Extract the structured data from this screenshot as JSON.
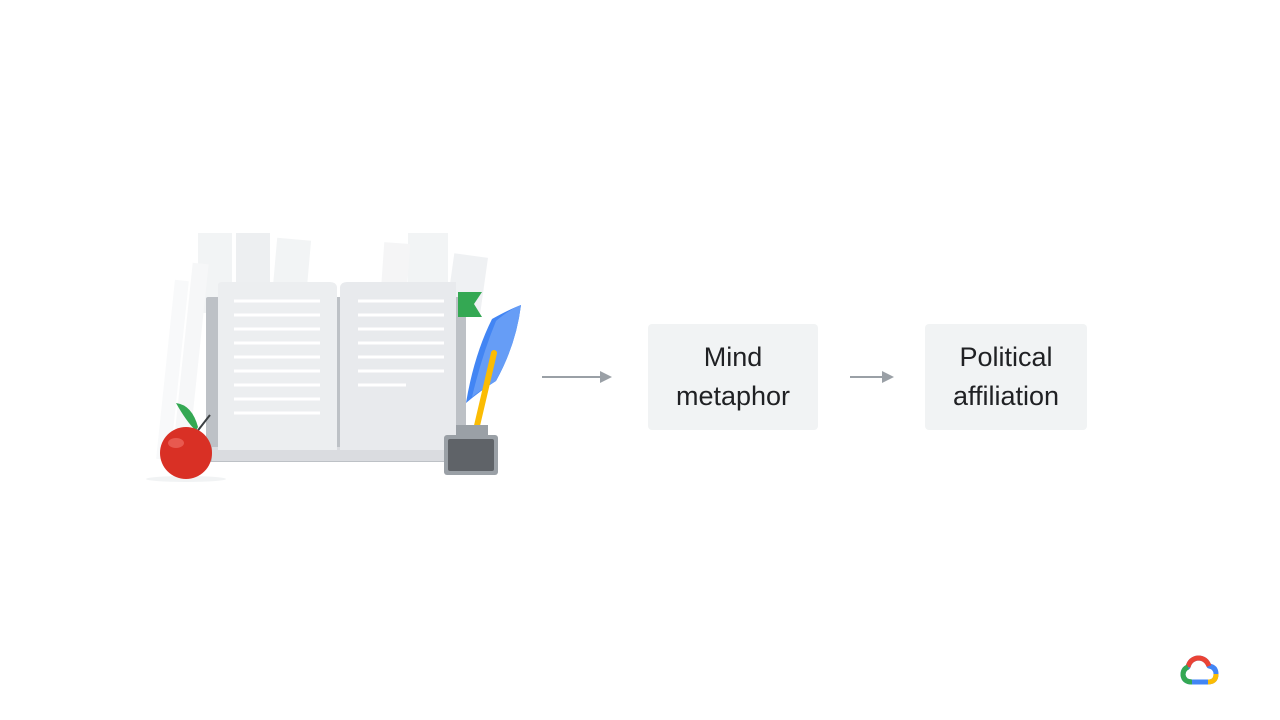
{
  "diagram": {
    "nodes": [
      {
        "lines": [
          "Mind",
          "metaphor"
        ]
      },
      {
        "lines": [
          "Political",
          "affiliation"
        ]
      }
    ]
  },
  "icons": {
    "illustration": "book-with-apple-and-quill-icon",
    "arrow": "right-arrow-icon",
    "logo": "google-cloud-logo-icon"
  },
  "colors": {
    "node_background": "#f1f3f4",
    "text": "#202124",
    "arrow": "#9aa0a6",
    "apple_red": "#d93025",
    "leaf_green": "#34a853",
    "quill_blue": "#4285f4",
    "quill_yellow": "#fbbc04",
    "ink_gray": "#5f6368"
  }
}
